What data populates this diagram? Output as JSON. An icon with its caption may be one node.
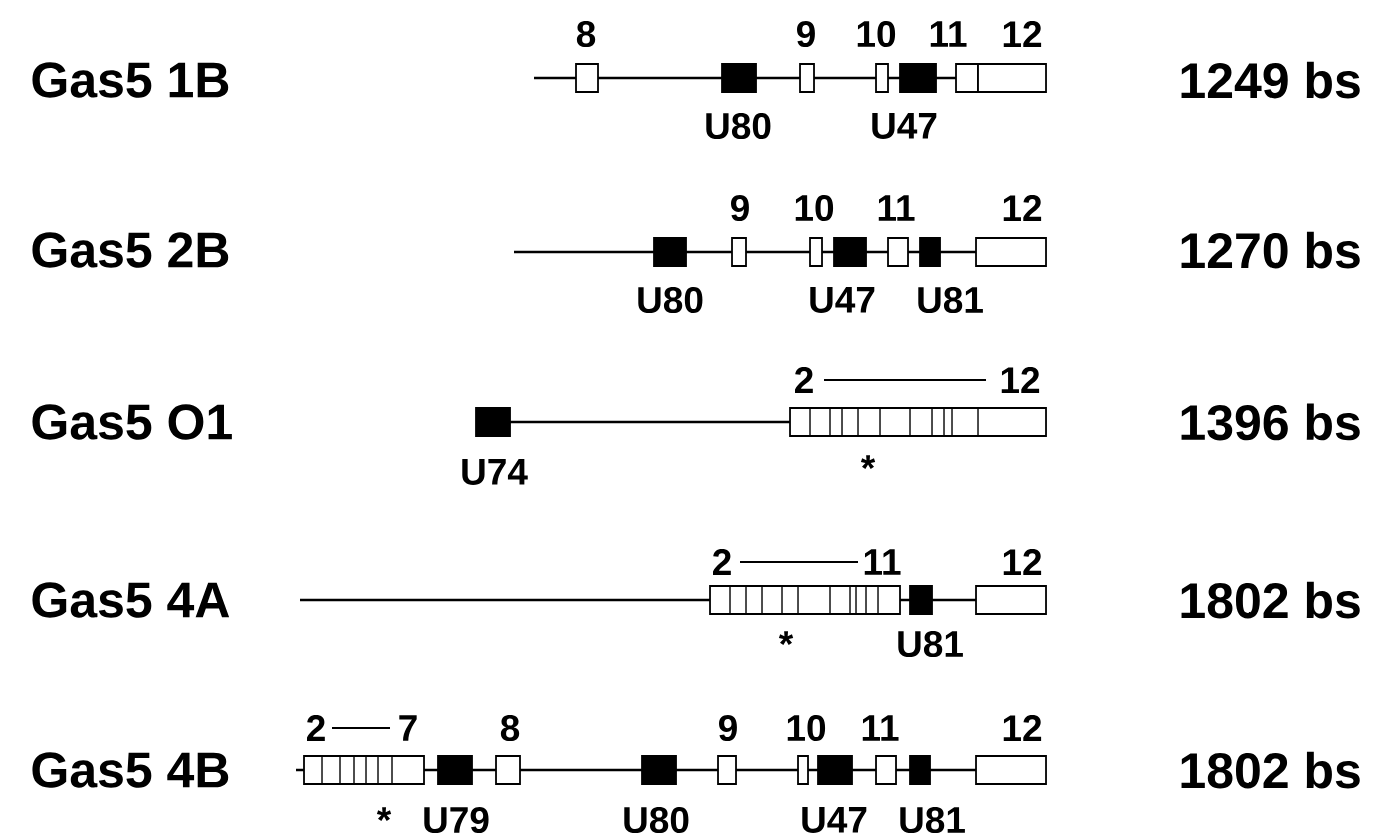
{
  "diagram": {
    "labels": [
      "Gas5 1B",
      "8",
      "9",
      "10",
      "11",
      "12",
      "1249 bs",
      "U80",
      "U47",
      "Gas5 2B",
      "9",
      "10",
      "11",
      "12",
      "1270 bs",
      "U80",
      "U47",
      "U81",
      "Gas5 O1",
      "2",
      "12",
      "1396 bs",
      "U74",
      "*",
      "Gas5 4A",
      "2",
      "11",
      "12",
      "1802 bs",
      "*",
      "U81",
      "Gas5 4B",
      "2",
      "7",
      "8",
      "9",
      "10",
      "11",
      "12",
      "1802 bs",
      "*",
      "U79",
      "U80",
      "U47",
      "U81"
    ]
  }
}
